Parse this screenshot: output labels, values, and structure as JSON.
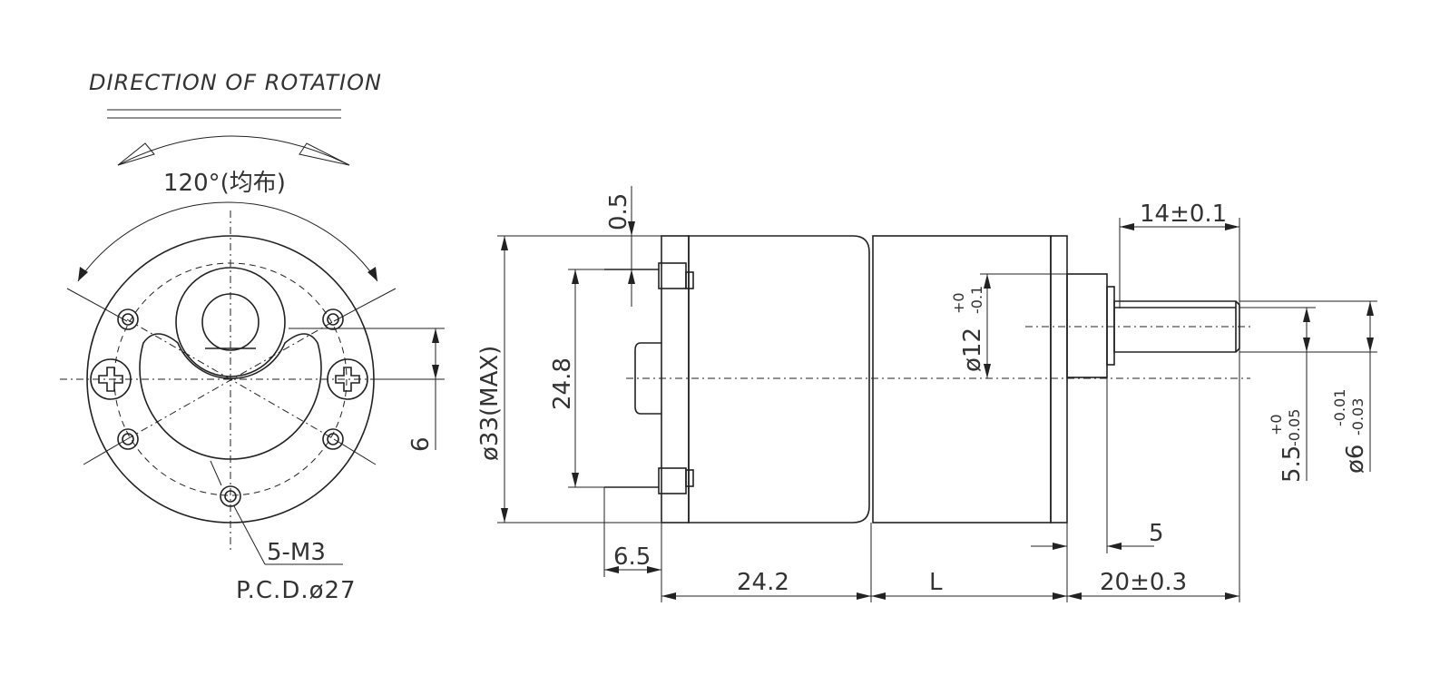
{
  "front_view": {
    "direction_label": "DIRECTION OF ROTATION",
    "angle_label": "120°(均布)",
    "hole_label": "5-M3",
    "pcd_label": "P.C.D.ø27",
    "offset_dim": "6"
  },
  "side_view": {
    "dim_thickness": "0.5",
    "dim_body_diameter": "ø33(MAX)",
    "dim_terminal_span": "24.8",
    "dim_terminal_offset": "6.5",
    "dim_motor_length": "24.2",
    "dim_gearbox_length": "L",
    "dim_shaft_length": "20±0.3",
    "dim_flat_length": "14±0.1",
    "dim_boss_diameter": "ø12",
    "dim_boss_tol_upper": "+0",
    "dim_boss_tol_lower": "-0.1",
    "dim_boss_offset": "5",
    "dim_flat_width": "5.5",
    "dim_flat_tol_upper": "+0",
    "dim_flat_tol_lower": "-0.05",
    "dim_shaft_diameter": "ø6",
    "dim_shaft_tol_upper": "-0.01",
    "dim_shaft_tol_lower": "-0.03"
  }
}
